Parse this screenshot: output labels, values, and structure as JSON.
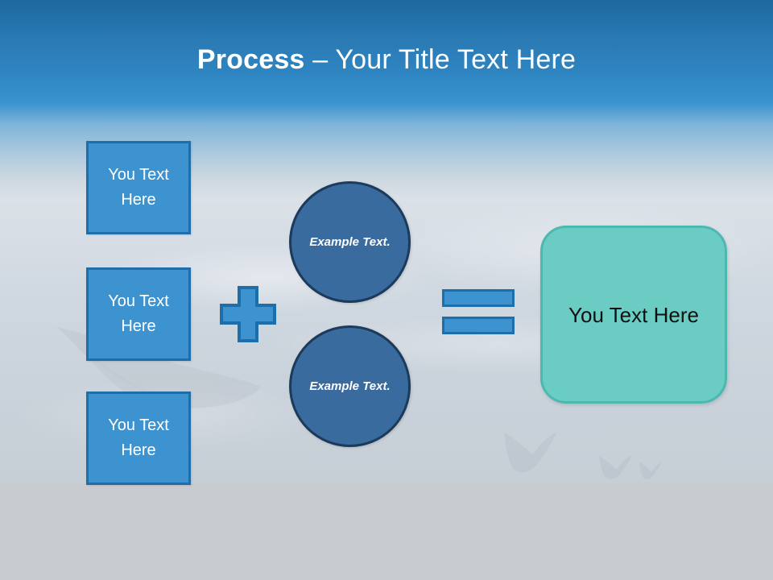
{
  "slide": {
    "title_bold": "Process",
    "title_dash": " – ",
    "title_rest": "Your Title Text Here",
    "background": {
      "sky_top_color": "#1d699f",
      "sky_bottom_color": "#3a93cf",
      "cloud_color": "#ccd4dd",
      "ground_color": "#c8cbd0"
    }
  },
  "inputs": {
    "items": [
      {
        "label": "You Text Here"
      },
      {
        "label": "You Text Here"
      },
      {
        "label": "You Text Here"
      }
    ],
    "fill_color": "#3d93d0",
    "border_color": "#1d6ea9",
    "text_color": "#ffffff"
  },
  "operators": {
    "plus": "+",
    "equals": "=",
    "fill_color": "#3d93d0",
    "border_color": "#1d6ea9"
  },
  "circles": {
    "items": [
      {
        "label": "Example Text."
      },
      {
        "label": "Example Text."
      }
    ],
    "fill_color": "#3a6b9e",
    "border_color": "#1b3a5c",
    "text_color": "#ffffff"
  },
  "result": {
    "label": "You Text Here",
    "fill_color": "#6bccc4",
    "border_color": "#4cb9b1",
    "text_color": "#111111"
  }
}
